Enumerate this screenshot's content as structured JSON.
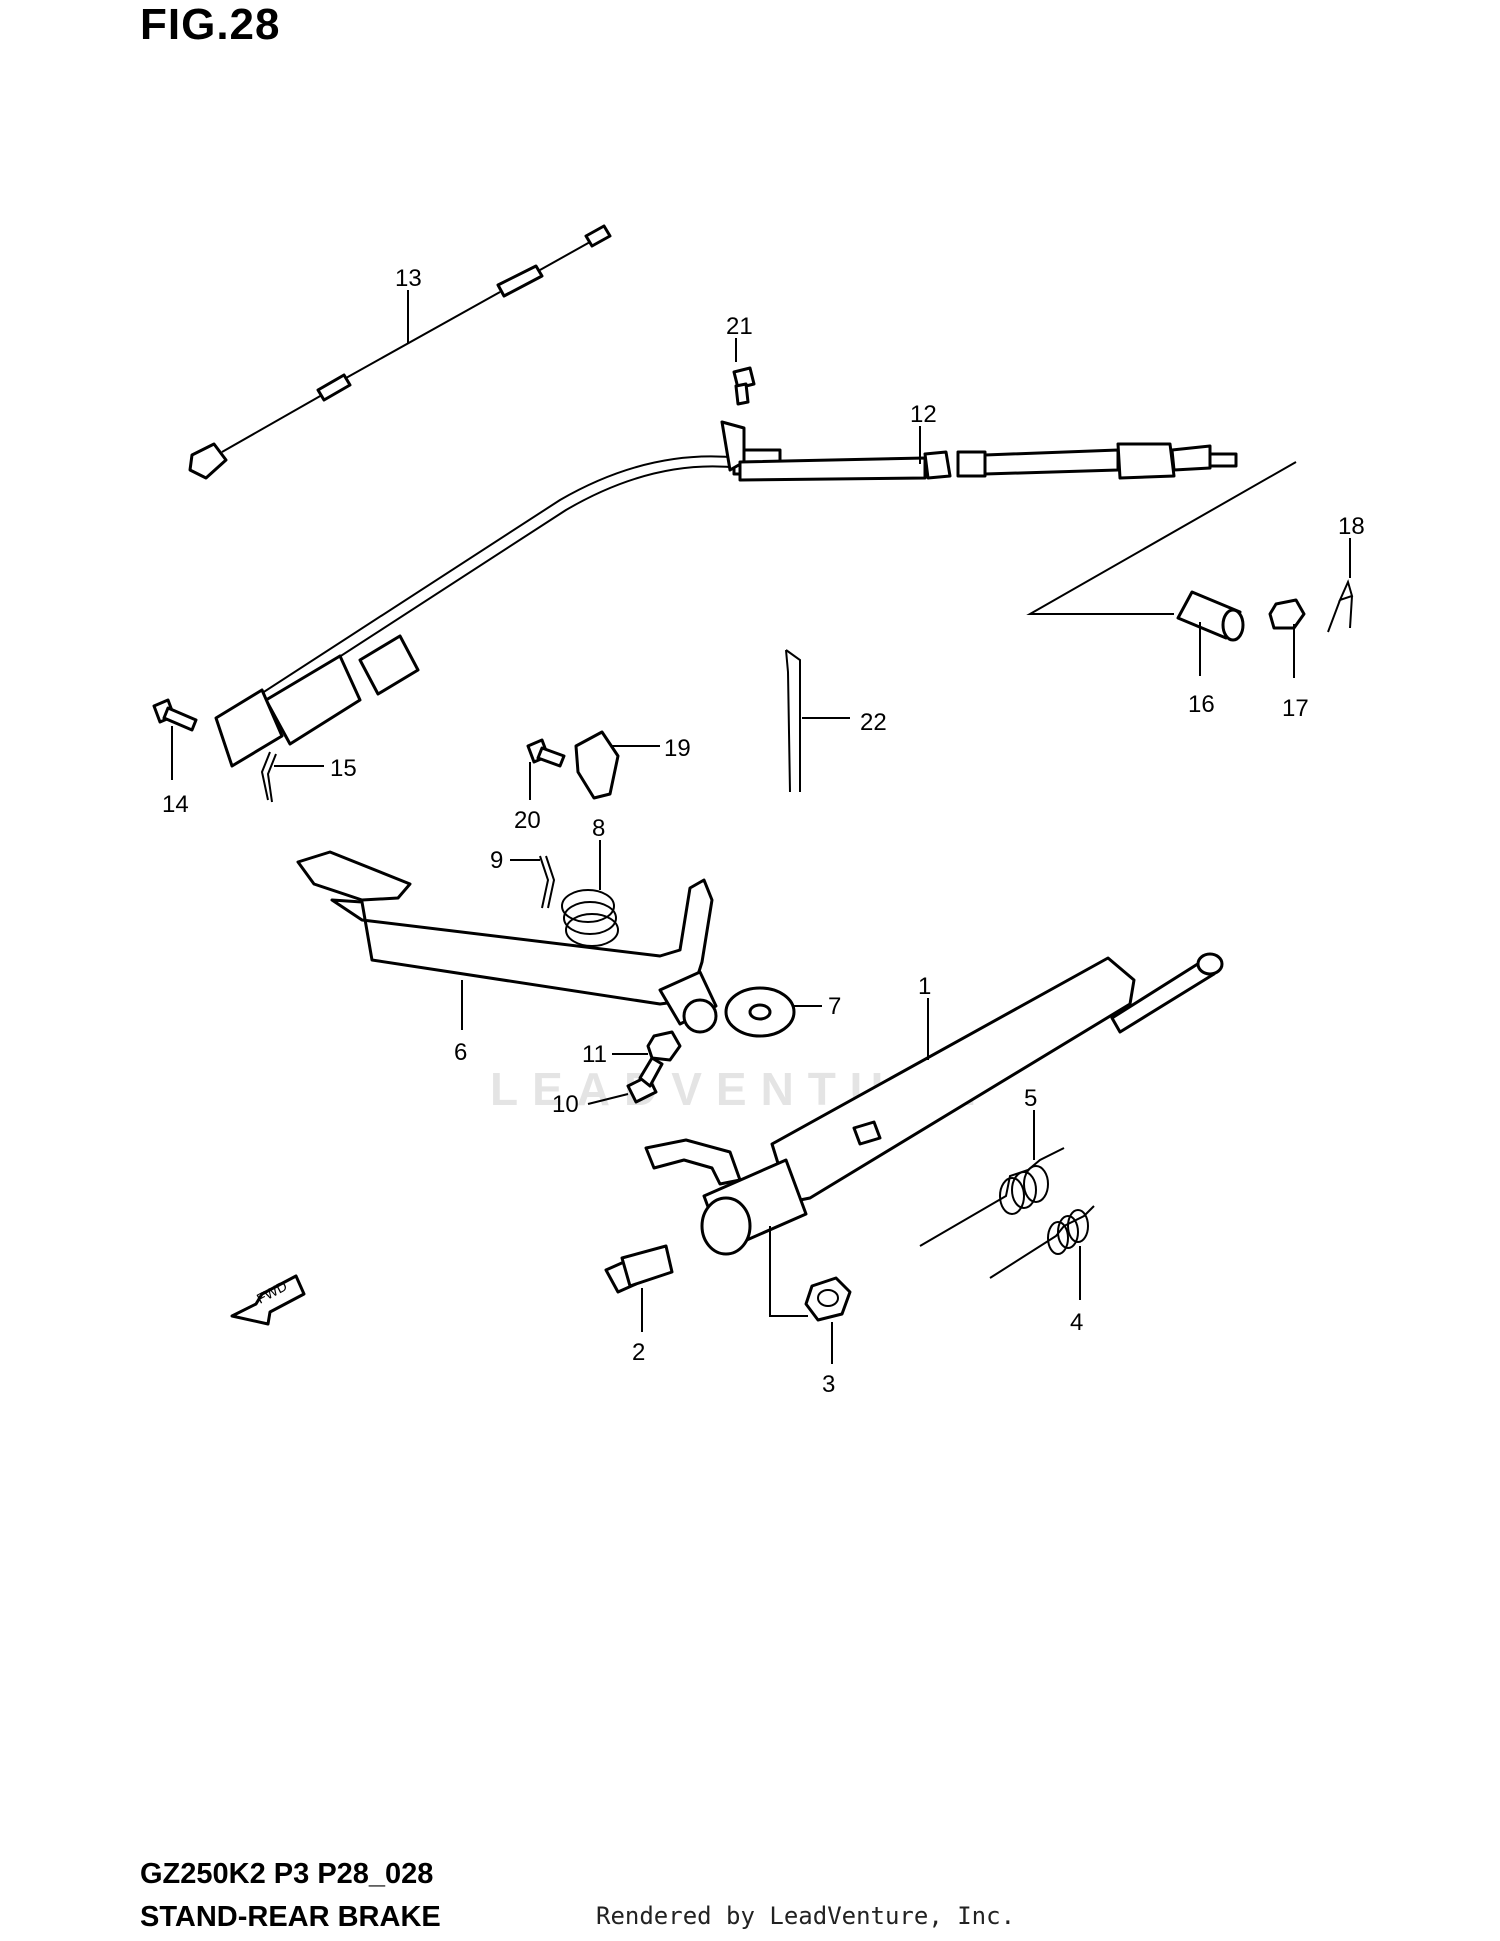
{
  "figure": {
    "title": "FIG.28",
    "model_code": "GZ250K2 P3 P28_028",
    "section": "STAND-REAR BRAKE",
    "credit": "Rendered by LeadVenture, Inc.",
    "watermark": "LEADVENTURE",
    "fwd_label": "FWD"
  },
  "callouts": {
    "c1": "1",
    "c2": "2",
    "c3": "3",
    "c4": "4",
    "c5": "5",
    "c6": "6",
    "c7": "7",
    "c8": "8",
    "c9": "9",
    "c10": "10",
    "c11": "11",
    "c12": "12",
    "c13": "13",
    "c14": "14",
    "c15": "15",
    "c16": "16",
    "c17": "17",
    "c18": "18",
    "c19": "19",
    "c20": "20",
    "c21": "21",
    "c22": "22"
  }
}
